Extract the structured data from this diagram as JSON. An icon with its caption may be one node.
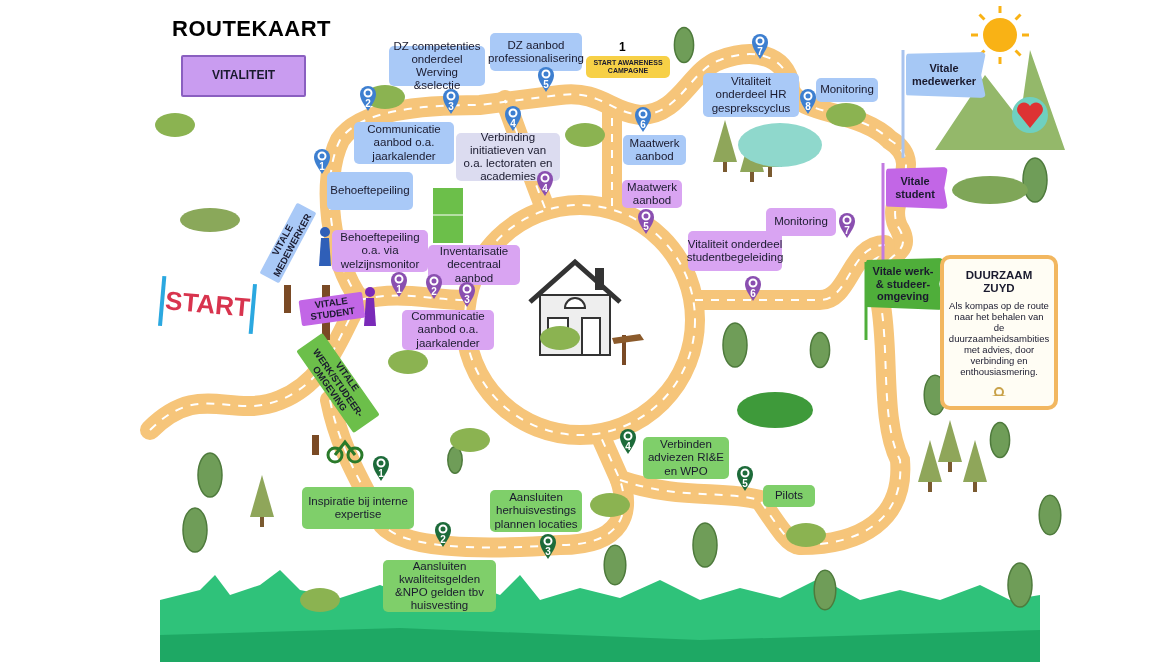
{
  "diagram": {
    "title": "ROUTEKAART",
    "nodes": [
      {
        "text": [
          "VITALITEIT"
        ]
      },
      {
        "text": [
          "DZ competenties onderdeel Werving &selectie"
        ]
      },
      {
        "text": [
          "DZ aanbod professionalisering"
        ]
      },
      {
        "text": [
          "START AWARENESS CAMPAGNE"
        ],
        "beside": [
          "1"
        ]
      },
      {
        "text": [
          "Vitaliteit onderdeel HR gesprekscyclus"
        ]
      },
      {
        "text": [
          "Monitoring"
        ]
      },
      {
        "text": [
          "Vitale medewerker"
        ]
      },
      {
        "text": [
          "Communicatie aanbod o.a. jaarkalender"
        ]
      },
      {
        "text": [
          "Verbinding initiatieven van o.a. lectoraten en academies"
        ]
      },
      {
        "text": [
          "Behoeftepeiling"
        ]
      },
      {
        "text": [
          "Maatwerk aanbod"
        ]
      },
      {
        "text": [
          "Maatwerk aanbod"
        ]
      },
      {
        "text": [
          "Vitale student"
        ]
      },
      {
        "text": [
          "VITALE MEDEWERKER"
        ]
      },
      {
        "text": [
          "Behoeftepeiling o.a. via welzijnsmonitor"
        ]
      },
      {
        "text": [
          "Inventarisatie decentraal aanbod"
        ]
      },
      {
        "text": [
          "Monitoring"
        ]
      },
      {
        "text": [
          "Vitaliteit onderdeel studentbegeleiding"
        ]
      },
      {
        "text": [
          "Vitale werk-& studeer- omgeving"
        ]
      },
      {
        "text": [
          "DUURZAAM ZUYD",
          "Als kompas op de route naar het behalen van de duurzaamheidsambities met advies, door verbinding en enthousiasmering."
        ]
      },
      {
        "text": [
          "START"
        ]
      },
      {
        "text": [
          "VITALE STUDENT"
        ]
      },
      {
        "text": [
          "Communicatie aanbod o.a. jaarkalender"
        ]
      },
      {
        "text": [
          "VITALE WERK/STUDEER- OMGEVING"
        ]
      },
      {
        "text": [
          "Verbinden adviezen RI&E en WPO"
        ]
      },
      {
        "text": [
          "Pilots"
        ]
      },
      {
        "text": [
          "Inspiratie bij  interne expertise"
        ]
      },
      {
        "text": [
          "Aansluiten herhuisvestings plannen locaties"
        ]
      },
      {
        "text": [
          "Aansluiten kwaliteitsgelden &NPO gelden tbv huisvesting"
        ]
      }
    ],
    "labels": [
      "7",
      "5",
      "2",
      "3",
      "8",
      "4",
      "6",
      "1",
      "4",
      "5",
      "7",
      "1",
      "2",
      "6",
      "3",
      "4",
      "1",
      "5",
      "2",
      "3"
    ]
  }
}
